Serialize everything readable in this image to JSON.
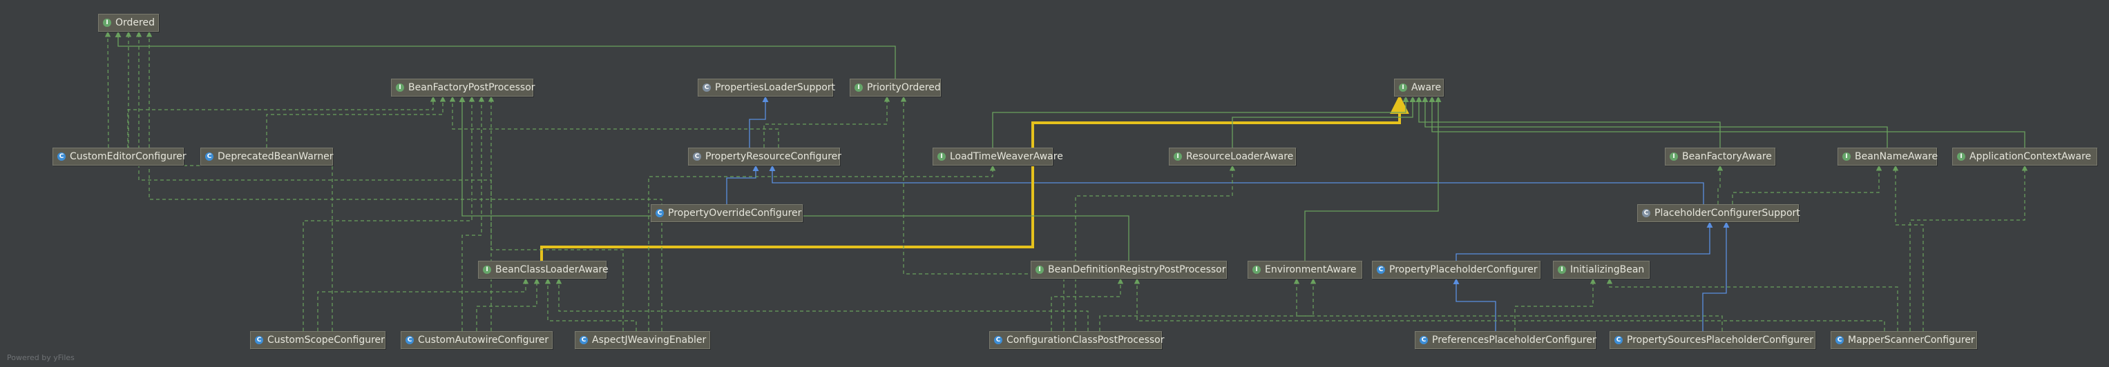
{
  "diagram": {
    "nodes": [
      {
        "id": "ordered",
        "label": "Ordered",
        "kind": "interface"
      },
      {
        "id": "bfpp",
        "label": "BeanFactoryPostProcessor",
        "kind": "interface"
      },
      {
        "id": "pls",
        "label": "PropertiesLoaderSupport",
        "kind": "abstract"
      },
      {
        "id": "po",
        "label": "PriorityOrdered",
        "kind": "interface"
      },
      {
        "id": "aware",
        "label": "Aware",
        "kind": "interface"
      },
      {
        "id": "cec",
        "label": "CustomEditorConfigurer",
        "kind": "class"
      },
      {
        "id": "dbw",
        "label": "DeprecatedBeanWarner",
        "kind": "class"
      },
      {
        "id": "prc",
        "label": "PropertyResourceConfigurer",
        "kind": "abstract"
      },
      {
        "id": "ltwa",
        "label": "LoadTimeWeaverAware",
        "kind": "interface"
      },
      {
        "id": "rla",
        "label": "ResourceLoaderAware",
        "kind": "interface"
      },
      {
        "id": "bfa",
        "label": "BeanFactoryAware",
        "kind": "interface"
      },
      {
        "id": "bna",
        "label": "BeanNameAware",
        "kind": "interface"
      },
      {
        "id": "aca",
        "label": "ApplicationContextAware",
        "kind": "interface"
      },
      {
        "id": "poc",
        "label": "PropertyOverrideConfigurer",
        "kind": "class"
      },
      {
        "id": "pcs",
        "label": "PlaceholderConfigurerSupport",
        "kind": "abstract"
      },
      {
        "id": "bcla",
        "label": "BeanClassLoaderAware",
        "kind": "interface"
      },
      {
        "id": "bdrpp",
        "label": "BeanDefinitionRegistryPostProcessor",
        "kind": "interface"
      },
      {
        "id": "ea",
        "label": "EnvironmentAware",
        "kind": "interface"
      },
      {
        "id": "ppc",
        "label": "PropertyPlaceholderConfigurer",
        "kind": "class"
      },
      {
        "id": "ib",
        "label": "InitializingBean",
        "kind": "interface"
      },
      {
        "id": "csc",
        "label": "CustomScopeConfigurer",
        "kind": "class"
      },
      {
        "id": "cac",
        "label": "CustomAutowireConfigurer",
        "kind": "class"
      },
      {
        "id": "awe",
        "label": "AspectJWeavingEnabler",
        "kind": "class"
      },
      {
        "id": "ccpp",
        "label": "ConfigurationClassPostProcessor",
        "kind": "class"
      },
      {
        "id": "pphc",
        "label": "PreferencesPlaceholderConfigurer",
        "kind": "class"
      },
      {
        "id": "psphc",
        "label": "PropertySourcesPlaceholderConfigurer",
        "kind": "class"
      },
      {
        "id": "msc",
        "label": "MapperScannerConfigurer",
        "kind": "class"
      }
    ],
    "edges": [
      {
        "from": "cec",
        "to": "ordered",
        "type": "implements"
      },
      {
        "from": "cec",
        "to": "bfpp",
        "type": "implements"
      },
      {
        "from": "dbw",
        "to": "bfpp",
        "type": "implements"
      },
      {
        "from": "prc",
        "to": "pls",
        "type": "extends"
      },
      {
        "from": "prc",
        "to": "po",
        "type": "implements"
      },
      {
        "from": "prc",
        "to": "bfpp",
        "type": "implements"
      },
      {
        "from": "poc",
        "to": "prc",
        "type": "extends"
      },
      {
        "from": "pcs",
        "to": "prc",
        "type": "extends"
      },
      {
        "from": "pcs",
        "to": "bfa",
        "type": "implements"
      },
      {
        "from": "pcs",
        "to": "bna",
        "type": "implements"
      },
      {
        "from": "ppc",
        "to": "pcs",
        "type": "extends"
      },
      {
        "from": "pphc",
        "to": "ppc",
        "type": "extends"
      },
      {
        "from": "pphc",
        "to": "ib",
        "type": "implements"
      },
      {
        "from": "psphc",
        "to": "pcs",
        "type": "extends"
      },
      {
        "from": "psphc",
        "to": "ea",
        "type": "implements"
      },
      {
        "from": "po",
        "to": "ordered",
        "type": "extends"
      },
      {
        "from": "bcla",
        "to": "aware",
        "type": "extends",
        "highlight": true
      },
      {
        "from": "ltwa",
        "to": "aware",
        "type": "extends"
      },
      {
        "from": "rla",
        "to": "aware",
        "type": "extends"
      },
      {
        "from": "bfa",
        "to": "aware",
        "type": "extends"
      },
      {
        "from": "bna",
        "to": "aware",
        "type": "extends"
      },
      {
        "from": "aca",
        "to": "aware",
        "type": "extends"
      },
      {
        "from": "ea",
        "to": "aware",
        "type": "extends"
      },
      {
        "from": "bdrpp",
        "to": "bfpp",
        "type": "extends"
      },
      {
        "from": "csc",
        "to": "bfpp",
        "type": "implements"
      },
      {
        "from": "csc",
        "to": "bcla",
        "type": "implements"
      },
      {
        "from": "csc",
        "to": "ordered",
        "type": "implements"
      },
      {
        "from": "cac",
        "to": "bfpp",
        "type": "implements"
      },
      {
        "from": "cac",
        "to": "bcla",
        "type": "implements"
      },
      {
        "from": "cac",
        "to": "ordered",
        "type": "implements"
      },
      {
        "from": "awe",
        "to": "bfpp",
        "type": "implements"
      },
      {
        "from": "awe",
        "to": "bcla",
        "type": "implements"
      },
      {
        "from": "awe",
        "to": "ltwa",
        "type": "implements"
      },
      {
        "from": "awe",
        "to": "ordered",
        "type": "implements"
      },
      {
        "from": "ccpp",
        "to": "bdrpp",
        "type": "implements"
      },
      {
        "from": "ccpp",
        "to": "po",
        "type": "implements"
      },
      {
        "from": "ccpp",
        "to": "rla",
        "type": "implements"
      },
      {
        "from": "ccpp",
        "to": "bcla",
        "type": "implements"
      },
      {
        "from": "ccpp",
        "to": "ea",
        "type": "implements"
      },
      {
        "from": "msc",
        "to": "bdrpp",
        "type": "implements"
      },
      {
        "from": "msc",
        "to": "ib",
        "type": "implements"
      },
      {
        "from": "msc",
        "to": "aca",
        "type": "implements"
      },
      {
        "from": "msc",
        "to": "bna",
        "type": "implements"
      }
    ],
    "colors": {
      "background": "#3c3f41",
      "node_fill": "#5c5c52",
      "node_border": "#7a7a6e",
      "implements_edge": "#6aa15e",
      "extends_edge": "#5a8fe0",
      "highlight_edge": "#e6c21d",
      "badge_interface": "#66a66a",
      "badge_class": "#3d8ed6",
      "badge_abstract": "#7f8fa0"
    },
    "badge_letters": {
      "interface": "I",
      "class": "C",
      "abstract": "C"
    }
  },
  "footer": {
    "text": "Powered by yFiles"
  }
}
